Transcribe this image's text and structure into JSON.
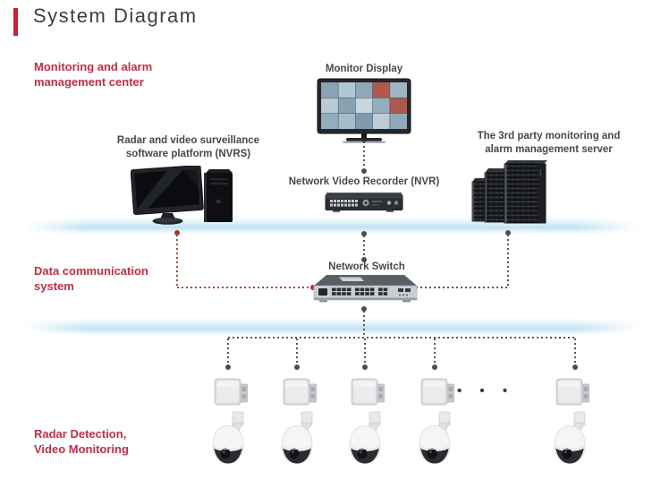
{
  "title": "System Diagram",
  "section_labels": {
    "monitoring": "Monitoring and alarm\nmanagement center",
    "data_communication": "Data communication\nsystem",
    "radar_detection": "Radar Detection,\nVideo Monitoring"
  },
  "device_labels": {
    "monitor_display": "Monitor Display",
    "nvrs": "Radar and video surveillance\nsoftware platform (NVRS)",
    "nvr": "Network Video Recorder (NVR)",
    "third_party_server": "The 3rd party monitoring and\nalarm management server",
    "network_switch": "Network Switch"
  },
  "bottom_row": {
    "ellipsis": "• • •",
    "unit_count": 5
  },
  "colors": {
    "accent_red_text": "#c22e43",
    "title_bar_red": "#ce1f2f",
    "line_red": "#b4423b",
    "line_dark": "#55575c",
    "band_blue": "#bfe2f1",
    "device_label_gray": "#45484d",
    "title_gray": "#3d3d40"
  }
}
